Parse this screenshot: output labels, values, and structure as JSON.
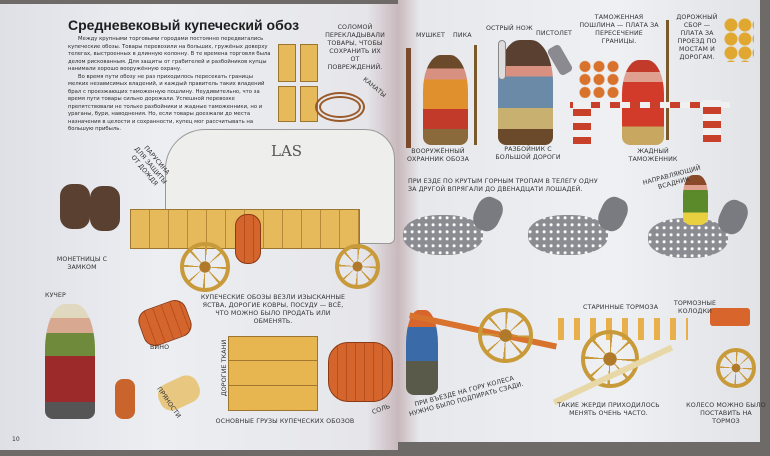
{
  "left_page": {
    "title": "Средневековый купеческий обоз",
    "paragraphs": [
      "Между крупными торговыми городами постоянно передвигались купеческие обозы. Товары перевозили на больших, гружёных доверху телегах, выстроенных в длинную колонну. В те времена торговля была делом рискованным. Для защиты от грабителей и разбойников купцы нанимали хорошо вооружённую охрану.",
      "Во время пути обозу не раз приходилось пересекать границы мелких независимых владений, и каждый правитель таких владений брал с проезжающих таможенную пошлину. Неудивительно, что за время пути товары сильно дорожали. Успешной перевозке препятствовали не только разбойники и жадные таможенники, но и ураганы, бури, наводнения. Но, если товары доезжали до места назначения в целости и сохранности, купец мог рассчитывать на большую прибыль."
    ],
    "labels": {
      "straw": "Соломой перекладывали товары, чтобы сохранить их от повреждений.",
      "ropes": "Канаты",
      "tarp": "Парусина для защиты от дождя",
      "wagon_mark": "LAS",
      "coin_purses": "Монетницы с замком",
      "coachman": "Кучер",
      "wine": "Вино",
      "spices": "Пряности",
      "fabrics": "Дорогие ткани",
      "salt": "Соль",
      "goods_caption": "Купеческие обозы везли изысканные яства, дорогие ковры, посуду — всё, что можно было продать или обменять.",
      "main_cargo": "Основные грузы купеческих обозов"
    },
    "page_number": "10"
  },
  "right_page": {
    "labels": {
      "musket": "Мушкет",
      "pike": "Пика",
      "knife": "Острый нож",
      "pistol": "Пистолет",
      "customs_duty": "Таможенная пошлина — плата за пересечение границы.",
      "road_toll": "Дорожный сбор — плата за проезд по мостам и дорогам.",
      "guard": "Вооружённый охранник обоза",
      "robber": "Разбойник с большой дороги",
      "customs_officer": "Жадный таможенник",
      "horses_caption": "При езде по крутым горным тропам в телегу одну за другой впрягали до двенадцати лошадей.",
      "lead_rider": "Направляющий всадник",
      "old_brakes": "Старинные тормоза",
      "brake_pads": "Тормозные колодки",
      "uphill": "При въезде на гору колеса нужно было подпирать сзади.",
      "poles": "Такие жерди приходилось менять очень часто.",
      "wheel_brake": "Колесо можно было поставить на тормоз"
    }
  }
}
